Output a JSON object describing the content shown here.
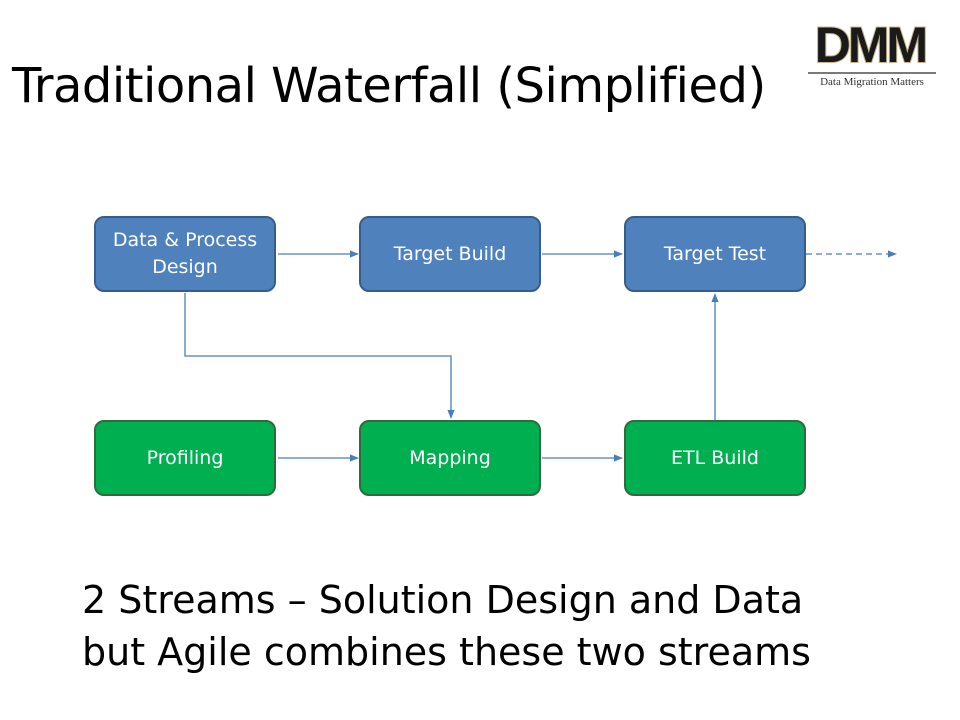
{
  "slide": {
    "title": "Traditional Waterfall (Simplified)"
  },
  "logo": {
    "mark": "DMM",
    "tagline": "Data Migration Matters",
    "colors": {
      "mark": "#1a1a1a",
      "outline": "#c8b78a"
    }
  },
  "diagram": {
    "nodes": [
      {
        "id": "data-process-design",
        "lines": [
          "Data & Process",
          "Design"
        ],
        "stream": "design"
      },
      {
        "id": "target-build",
        "lines": [
          "Target Build"
        ],
        "stream": "design"
      },
      {
        "id": "target-test",
        "lines": [
          "Target Test"
        ],
        "stream": "design"
      },
      {
        "id": "profiling",
        "lines": [
          "Profiling"
        ],
        "stream": "data"
      },
      {
        "id": "mapping",
        "lines": [
          "Mapping"
        ],
        "stream": "data"
      },
      {
        "id": "etl-build",
        "lines": [
          "ETL Build"
        ],
        "stream": "data"
      }
    ],
    "edges": [
      {
        "from": "data-process-design",
        "to": "target-build",
        "style": "solid"
      },
      {
        "from": "target-build",
        "to": "target-test",
        "style": "solid"
      },
      {
        "from": "target-test",
        "to": "continuation",
        "style": "dashed"
      },
      {
        "from": "data-process-design",
        "to": "mapping",
        "style": "solid"
      },
      {
        "from": "profiling",
        "to": "mapping",
        "style": "solid"
      },
      {
        "from": "mapping",
        "to": "etl-build",
        "style": "solid"
      },
      {
        "from": "etl-build",
        "to": "target-test",
        "style": "solid"
      }
    ],
    "colors": {
      "design_fill": "#4f81bd",
      "design_border": "#385d8a",
      "data_fill": "#00b050",
      "data_border": "#2e6b3e",
      "connector": "#4a7ebb"
    }
  },
  "caption": {
    "line1": "2 Streams – Solution Design and Data",
    "line2": "but Agile combines these two streams"
  }
}
